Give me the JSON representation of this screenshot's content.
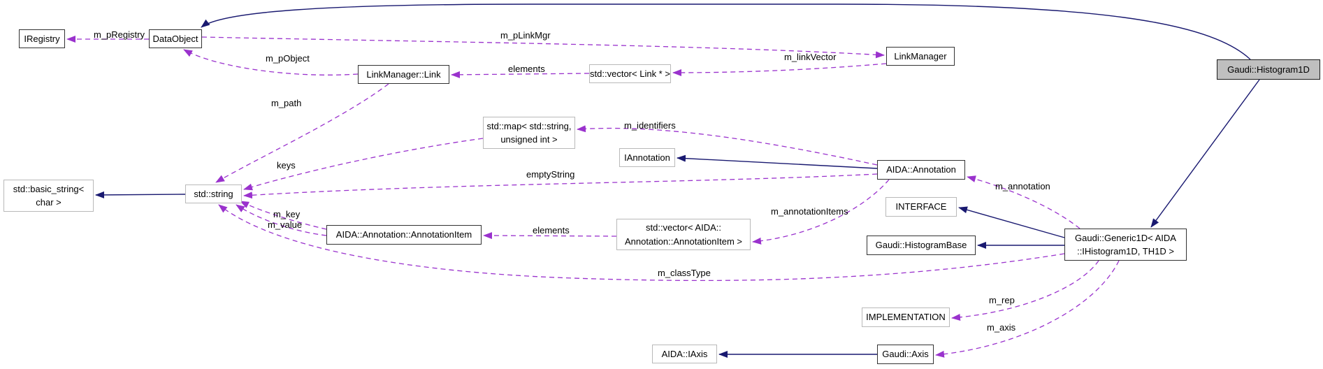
{
  "diagram": {
    "type": "doxygen-collaboration-diagram",
    "main_class": "Gaudi::Histogram1D",
    "colors": {
      "background": "#ffffff",
      "inheritance_edge": "#191970",
      "usage_edge": "#9a32cd",
      "node_fill": "#ffffff",
      "main_node_fill": "#bfbfbf",
      "node_border_dark": "#323232",
      "node_border_light": "#b9b9b9",
      "text": "#000000"
    },
    "nodes": [
      {
        "id": "iregistry",
        "style": "dark",
        "lines": [
          "IRegistry"
        ]
      },
      {
        "id": "dataobject",
        "style": "dark",
        "lines": [
          "DataObject"
        ]
      },
      {
        "id": "linkmanager-link",
        "style": "dark",
        "lines": [
          "LinkManager::Link"
        ]
      },
      {
        "id": "vector-link",
        "style": "light",
        "lines": [
          "std::vector< Link * >"
        ]
      },
      {
        "id": "linkmanager",
        "style": "dark",
        "lines": [
          "LinkManager"
        ]
      },
      {
        "id": "histogram1d",
        "style": "main",
        "lines": [
          "Gaudi::Histogram1D"
        ]
      },
      {
        "id": "map-string-uint",
        "style": "light",
        "lines": [
          "std::map< std::string,",
          "unsigned int >"
        ]
      },
      {
        "id": "iannotation",
        "style": "light",
        "lines": [
          "IAnnotation"
        ]
      },
      {
        "id": "aida-annotation",
        "style": "dark",
        "lines": [
          "AIDA::Annotation"
        ]
      },
      {
        "id": "basic-string",
        "style": "light",
        "lines": [
          "std::basic_string<",
          "char >"
        ]
      },
      {
        "id": "std-string",
        "style": "light",
        "lines": [
          "std::string"
        ]
      },
      {
        "id": "annotationitem",
        "style": "dark",
        "lines": [
          "AIDA::Annotation::AnnotationItem"
        ]
      },
      {
        "id": "vector-annotationitem",
        "style": "light",
        "lines": [
          "std::vector< AIDA::",
          "Annotation::AnnotationItem >"
        ]
      },
      {
        "id": "interface",
        "style": "light",
        "lines": [
          "INTERFACE"
        ]
      },
      {
        "id": "histogrambase",
        "style": "dark",
        "lines": [
          "Gaudi::HistogramBase"
        ]
      },
      {
        "id": "generic1d",
        "style": "dark",
        "lines": [
          "Gaudi::Generic1D< AIDA",
          "::IHistogram1D, TH1D >"
        ]
      },
      {
        "id": "implementation",
        "style": "light",
        "lines": [
          "IMPLEMENTATION"
        ]
      },
      {
        "id": "aida-iaxis",
        "style": "light",
        "lines": [
          "AIDA::IAxis"
        ]
      },
      {
        "id": "gaudi-axis",
        "style": "dark",
        "lines": [
          "Gaudi::Axis"
        ]
      }
    ],
    "edges": [
      {
        "id": "e1",
        "from": "histogram1d",
        "to": "dataobject",
        "type": "inheritance",
        "label": ""
      },
      {
        "id": "e2",
        "from": "histogram1d",
        "to": "generic1d",
        "type": "inheritance",
        "label": ""
      },
      {
        "id": "e3",
        "from": "generic1d",
        "to": "interface",
        "type": "inheritance",
        "label": ""
      },
      {
        "id": "e4",
        "from": "generic1d",
        "to": "histogrambase",
        "type": "inheritance",
        "label": ""
      },
      {
        "id": "e5",
        "from": "aida-annotation",
        "to": "iannotation",
        "type": "inheritance",
        "label": ""
      },
      {
        "id": "e6",
        "from": "std-string",
        "to": "basic-string",
        "type": "inheritance",
        "label": ""
      },
      {
        "id": "e7",
        "from": "gaudi-axis",
        "to": "aida-iaxis",
        "type": "inheritance",
        "label": ""
      },
      {
        "id": "e8",
        "from": "dataobject",
        "to": "iregistry",
        "type": "usage",
        "label": "m_pRegistry"
      },
      {
        "id": "e9",
        "from": "dataobject",
        "to": "linkmanager",
        "type": "usage",
        "label": "m_pLinkMgr"
      },
      {
        "id": "e10",
        "from": "linkmanager-link",
        "to": "dataobject",
        "type": "usage",
        "label": "m_pObject"
      },
      {
        "id": "e11",
        "from": "linkmanager",
        "to": "vector-link",
        "type": "usage",
        "label": "m_linkVector"
      },
      {
        "id": "e12",
        "from": "vector-link",
        "to": "linkmanager-link",
        "type": "usage",
        "label": "elements"
      },
      {
        "id": "e13",
        "from": "linkmanager-link",
        "to": "std-string",
        "type": "usage",
        "label": "m_path"
      },
      {
        "id": "e14",
        "from": "map-string-uint",
        "to": "std-string",
        "type": "usage",
        "label": "keys"
      },
      {
        "id": "e15",
        "from": "aida-annotation",
        "to": "map-string-uint",
        "type": "usage",
        "label": "m_identifiers"
      },
      {
        "id": "e16",
        "from": "aida-annotation",
        "to": "std-string",
        "type": "usage",
        "label": "emptyString"
      },
      {
        "id": "e17",
        "from": "aida-annotation",
        "to": "vector-annotationitem",
        "type": "usage",
        "label": "m_annotationItems"
      },
      {
        "id": "e18",
        "from": "vector-annotationitem",
        "to": "annotationitem",
        "type": "usage",
        "label": "elements"
      },
      {
        "id": "e19",
        "from": "annotationitem",
        "to": "std-string",
        "type": "usage",
        "label": "m_key"
      },
      {
        "id": "e20",
        "from": "annotationitem",
        "to": "std-string",
        "type": "usage",
        "label": "m_value"
      },
      {
        "id": "e21",
        "from": "generic1d",
        "to": "aida-annotation",
        "type": "usage",
        "label": "m_annotation"
      },
      {
        "id": "e22",
        "from": "generic1d",
        "to": "std-string",
        "type": "usage",
        "label": "m_classType"
      },
      {
        "id": "e23",
        "from": "generic1d",
        "to": "implementation",
        "type": "usage",
        "label": "m_rep"
      },
      {
        "id": "e24",
        "from": "generic1d",
        "to": "gaudi-axis",
        "type": "usage",
        "label": "m_axis"
      }
    ]
  }
}
